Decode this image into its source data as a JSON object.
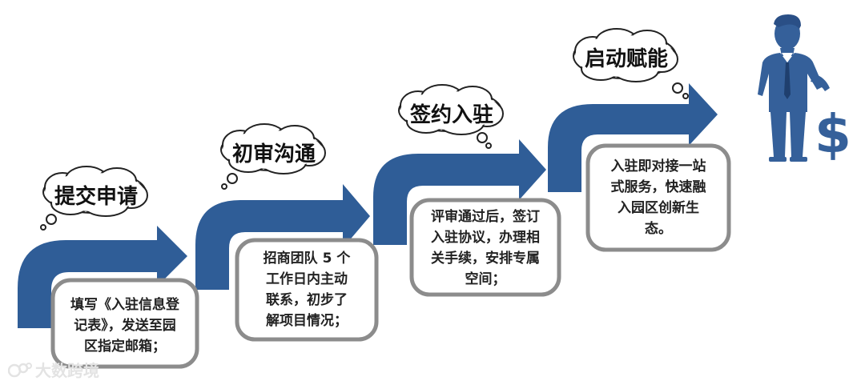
{
  "steps": [
    {
      "title": "提交申请",
      "desc": "填写《入驻信息登\n记表》，发送至园\n区指定邮箱；"
    },
    {
      "title": "初审沟通",
      "desc": "招商团队 5 个\n工作日内主动\n联系，初步了\n解项目情况；"
    },
    {
      "title": "签约入驻",
      "desc": "评审通过后，签订\n入驻协议，办理相\n关手续，安排专属\n空间；"
    },
    {
      "title": "启动赋能",
      "desc": "入驻即对接一站\n式服务，快速融\n入园区创新生\n态。"
    }
  ],
  "watermark": "大数跨境",
  "colors": {
    "arrow": "#2f5d97",
    "figure": "#35609a",
    "box_border": "#8c8c8c",
    "box_fill": "#ffffff"
  },
  "icons": [
    "businessman-dollar-icon",
    "watermark-logo-icon"
  ]
}
